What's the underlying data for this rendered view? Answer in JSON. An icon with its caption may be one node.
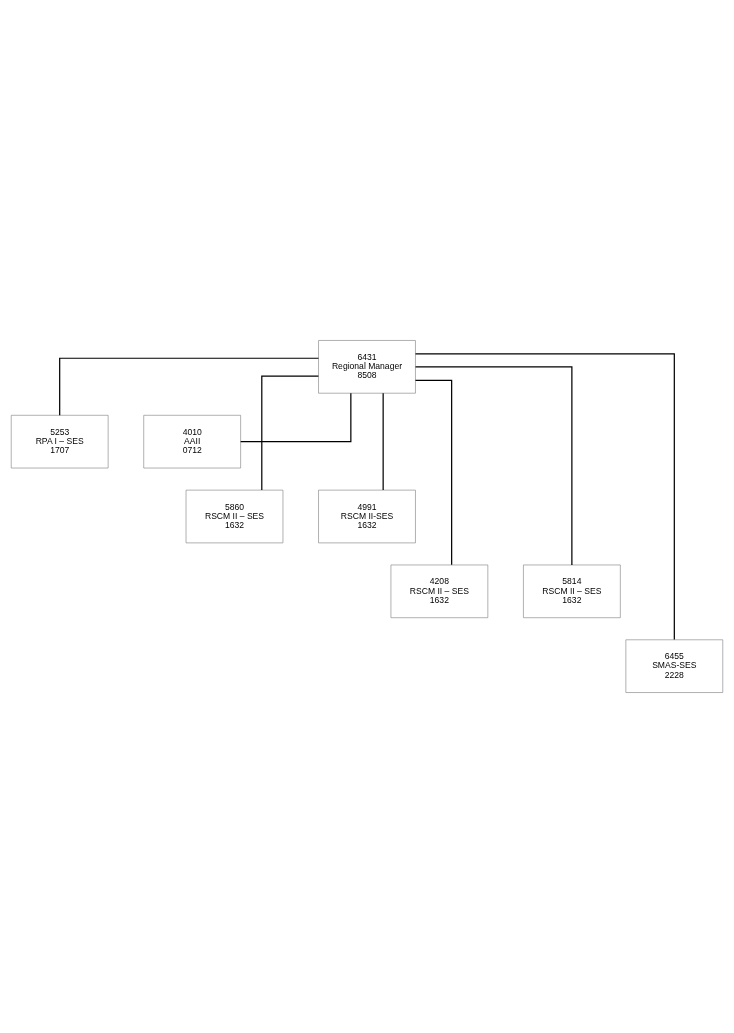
{
  "diagram": {
    "nodes": [
      {
        "text": [
          "6431",
          "Regional Manager",
          "8508"
        ]
      },
      {
        "text": [
          "5253",
          "RPA I – SES",
          "1707"
        ]
      },
      {
        "text": [
          "4010",
          "AAII",
          "0712"
        ]
      },
      {
        "text": [
          "5860",
          "RSCM II – SES",
          "1632"
        ]
      },
      {
        "text": [
          "4991",
          "RSCM II-SES",
          "1632"
        ]
      },
      {
        "text": [
          "4208",
          "RSCM II – SES",
          "1632"
        ]
      },
      {
        "text": [
          "5814",
          "RSCM II – SES",
          "1632"
        ]
      },
      {
        "text": [
          "6455",
          "SMAS-SES",
          "2228"
        ]
      }
    ],
    "edges": [
      {
        "from": 0,
        "to": 1,
        "arrow": "none"
      },
      {
        "from": 0,
        "to": 2,
        "arrow": "none"
      },
      {
        "from": 0,
        "to": 3,
        "arrow": "none"
      },
      {
        "from": 0,
        "to": 4,
        "arrow": "none"
      },
      {
        "from": 0,
        "to": 5,
        "arrow": "none"
      },
      {
        "from": 0,
        "to": 6,
        "arrow": "none"
      },
      {
        "from": 0,
        "to": 7,
        "arrow": "none"
      }
    ]
  }
}
